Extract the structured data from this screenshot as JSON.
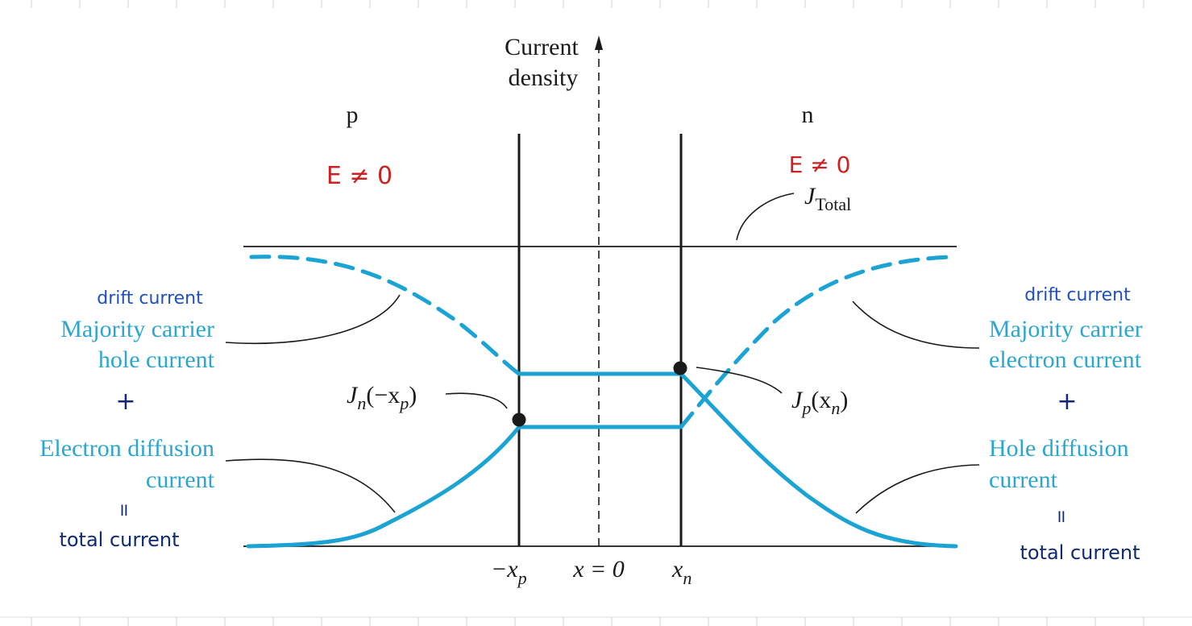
{
  "axis": {
    "label_line1": "Current",
    "label_line2": "density"
  },
  "regions": {
    "p": "p",
    "n": "n"
  },
  "annotations": {
    "field_p": "E ≠ 0",
    "field_n": "E ≠ 0",
    "left_drift": "drift current",
    "right_drift": "drift current",
    "left_plus": "+",
    "right_plus": "+",
    "left_equals": "॥",
    "right_equals": "॥",
    "left_total": "total current",
    "right_total": "total current"
  },
  "labels": {
    "j_total": {
      "main": "J",
      "sub": "Total"
    },
    "jn": {
      "main": "J",
      "sub1": "n",
      "mid": "(−x",
      "sub2": "p",
      "end": ")"
    },
    "jp": {
      "main": "J",
      "sub1": "p",
      "mid": "(x",
      "sub2": "n",
      "end": ")"
    },
    "left_majority": [
      "Majority carrier",
      "hole current"
    ],
    "left_diffusion": [
      "Electron diffusion",
      "current"
    ],
    "right_majority": [
      "Majority carrier",
      "electron current"
    ],
    "right_diffusion": [
      "Hole diffusion",
      "current"
    ]
  },
  "x_ticks": {
    "neg_xp": {
      "prefix": "−x",
      "sub": "p"
    },
    "zero": "x = 0",
    "xn": {
      "prefix": "x",
      "sub": "n"
    }
  },
  "colors": {
    "curve": "#1aa3d3",
    "curve_text": "#2aa6cf",
    "ink": "#1a1a1a",
    "red_note": "#cc2222",
    "blue_note": "#1e4fc2",
    "navy_note": "#0f2a73",
    "grid": "#d0d0d0"
  }
}
